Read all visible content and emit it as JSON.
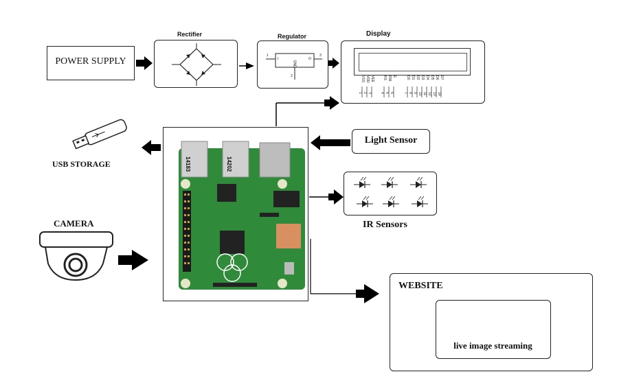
{
  "power_supply": {
    "label": "POWER SUPPLY"
  },
  "rectifier": {
    "title": "Rectifier"
  },
  "regulator": {
    "title": "Regulator",
    "pin_in": "I",
    "pin_out": "O",
    "pin_gnd": "GND",
    "pin_1": "1",
    "pin_2": "2",
    "pin_3": "3"
  },
  "display": {
    "title": "Display",
    "pin_labels": [
      "VSS",
      "VDD",
      "VEE",
      "RS",
      "RW",
      "E",
      "D0",
      "D1",
      "D2",
      "D3",
      "D4",
      "D5",
      "D6",
      "D7"
    ],
    "pin_numbers": [
      "1",
      "2",
      "3",
      "4",
      "5",
      "6",
      "7",
      "8",
      "9",
      "10",
      "11",
      "12",
      "13",
      "14"
    ]
  },
  "usb_storage": {
    "label": "USB STORAGE"
  },
  "light_sensor": {
    "label": "Light Sensor"
  },
  "ir_sensors": {
    "label": "IR Sensors"
  },
  "camera": {
    "label": "CAMERA"
  },
  "website": {
    "title": "WEBSITE",
    "stream_label": "live image streaming"
  },
  "board": {
    "usb_label_1": "14183",
    "usb_label_2": "14202"
  }
}
